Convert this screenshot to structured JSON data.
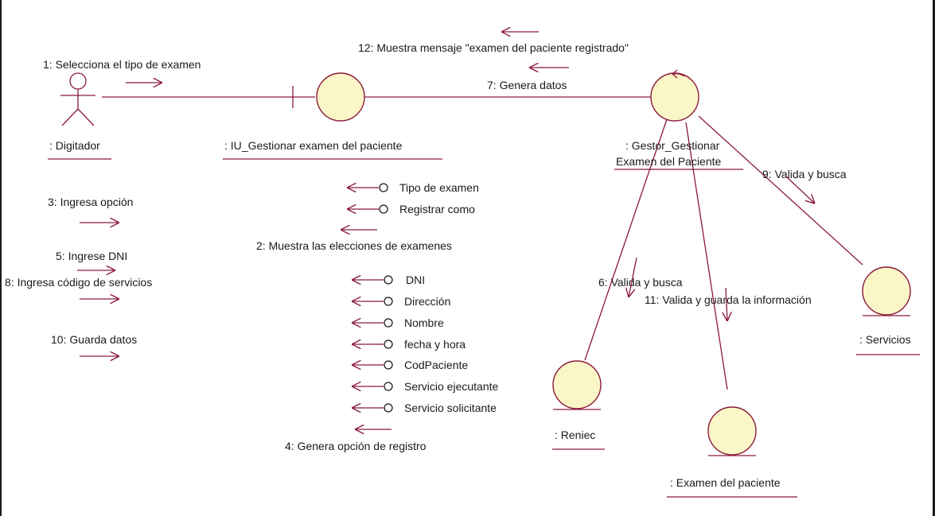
{
  "actor": {
    "name": ": Digitador"
  },
  "objects": {
    "boundary": ": IU_Gestionar examen del paciente",
    "control_line1": ": Gestor_Gestionar",
    "control_line2": "Examen del Paciente",
    "reniec": ": Reniec",
    "examen": ": Examen del paciente",
    "servicios": ": Servicios"
  },
  "messages": {
    "m1": "1: Selecciona el tipo de examen",
    "m2": "2: Muestra las elecciones de examenes",
    "m3": "3: Ingresa  opción",
    "m4": "4: Genera opción de registro",
    "m5": "5: Ingrese DNI",
    "m6": "6: Valida y busca",
    "m7": "7: Genera datos",
    "m8": "8: Ingresa código de servicios",
    "m9": "9: Valida y busca",
    "m10": "10: Guarda datos",
    "m11": "11: Valida y guarda la información",
    "m12": "12: Muestra mensaje  \"examen del paciente  registrado\""
  },
  "options_group1": [
    "Tipo de examen",
    "Registrar como"
  ],
  "options_group2": [
    "DNI",
    "Dirección",
    "Nombre",
    "fecha y hora",
    "CodPaciente",
    "Servicio ejecutante",
    "Servicio solicitante"
  ],
  "colors": {
    "line": "#8b1a3a",
    "object_fill": "#fbf6c8",
    "text": "#1a1a1a"
  }
}
